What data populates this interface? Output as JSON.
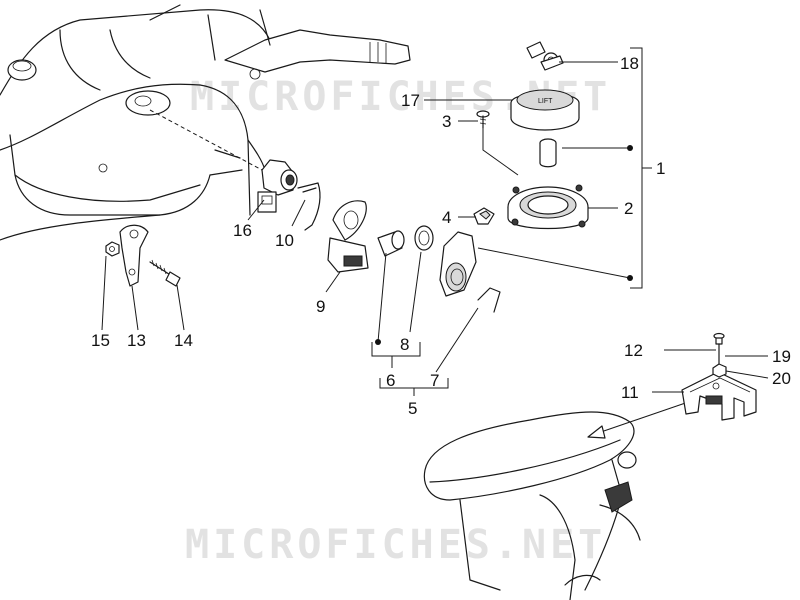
{
  "watermark": {
    "text": "MICROFICHES.NET"
  },
  "callouts": [
    {
      "id": "c1",
      "label": "1"
    },
    {
      "id": "c2",
      "label": "2"
    },
    {
      "id": "c3",
      "label": "3"
    },
    {
      "id": "c4",
      "label": "4"
    },
    {
      "id": "c5",
      "label": "5"
    },
    {
      "id": "c6",
      "label": "6"
    },
    {
      "id": "c7",
      "label": "7"
    },
    {
      "id": "c8",
      "label": "8"
    },
    {
      "id": "c9",
      "label": "9"
    },
    {
      "id": "c10",
      "label": "10"
    },
    {
      "id": "c11",
      "label": "11"
    },
    {
      "id": "c12",
      "label": "12"
    },
    {
      "id": "c13",
      "label": "13"
    },
    {
      "id": "c14",
      "label": "14"
    },
    {
      "id": "c15",
      "label": "15"
    },
    {
      "id": "c16",
      "label": "16"
    },
    {
      "id": "c17",
      "label": "17"
    },
    {
      "id": "c18",
      "label": "18"
    },
    {
      "id": "c19",
      "label": "19"
    },
    {
      "id": "c20",
      "label": "20"
    }
  ],
  "fuel_cap": {
    "embossed_text": "LIFT"
  }
}
